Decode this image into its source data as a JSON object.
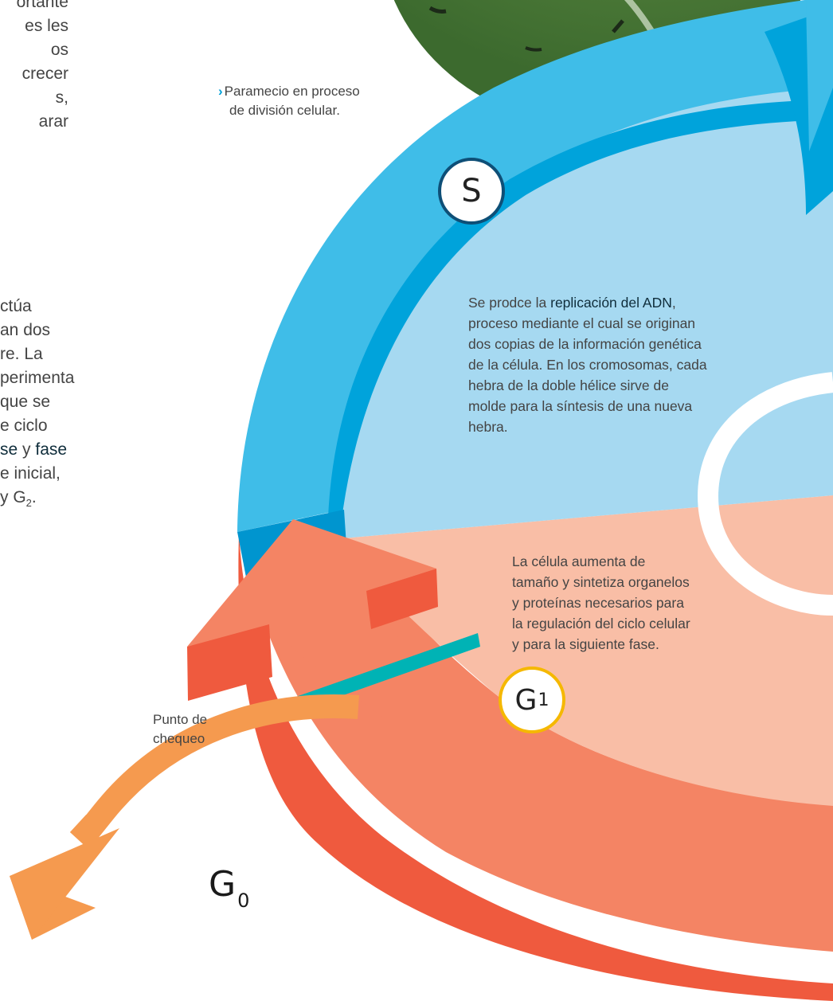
{
  "left_column": {
    "lines_top": [
      "ortante",
      "es les",
      "os",
      "crecer",
      "s,",
      "arar"
    ],
    "lines_mid": [
      "ctúa",
      "an dos",
      "re. La",
      "perimenta",
      "que se",
      "e ciclo"
    ],
    "line_fase_a": "se",
    "line_fase_b": " y ",
    "line_fase_c": "fase",
    "line_inicial": "e inicial,",
    "line_g2": "y G",
    "line_g2_sub": "2",
    "line_g2_end": "."
  },
  "caption": {
    "arrow": "›",
    "text": "Paramecio en proceso de división celular."
  },
  "phase_s": {
    "label": "S",
    "desc_pre": "Se prodce la ",
    "desc_highlight": "replicación del ADN",
    "desc_post": ", proceso mediante el cual se originan dos copias de la información genética de la célula. En los cromosomas, cada hebra de la doble hélice sirve de molde para la síntesis de una nueva hebra."
  },
  "phase_g1": {
    "label": "G",
    "label_sub": "1",
    "desc": "La célula aumenta de tamaño y sintetiza organelos y proteínas necesarios para la regulación del ciclo celular y para la siguiente fase."
  },
  "checkpoint": {
    "label": "Punto de chequeo"
  },
  "phase_g0": {
    "label": "G",
    "label_sub": "0"
  },
  "colors": {
    "s_ring": "#3fbde8",
    "s_ring_dark": "#00a3db",
    "s_fill": "#a6d9f1",
    "g1_ring": "#f48464",
    "g1_ring_dark": "#ef5a3e",
    "g1_fill": "#f9bea6",
    "g0_arrow": "#f59a4f",
    "checkpoint_bar": "#00b3b5"
  }
}
